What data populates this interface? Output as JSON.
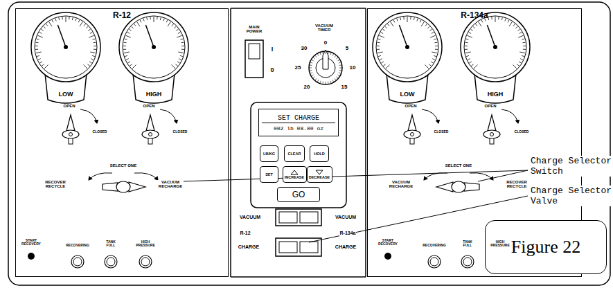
{
  "diagram": {
    "nodes": [
      {
        "text": [
          "R-12"
        ]
      },
      {
        "text": [
          "R-134a"
        ]
      },
      {
        "text": [
          "SET CHARGE",
          "002 lb 08.00 oz"
        ]
      },
      {
        "text": [
          "LB/KG"
        ]
      },
      {
        "text": [
          "CLEAR"
        ]
      },
      {
        "text": [
          "HOLD"
        ]
      },
      {
        "text": [
          "SET"
        ]
      },
      {
        "text": [
          "INCREASE"
        ]
      },
      {
        "text": [
          "DECREASE"
        ]
      },
      {
        "text": [
          "GO"
        ]
      },
      {
        "text": [
          "Figure 22"
        ]
      }
    ],
    "labels": [
      "LOW",
      "HIGH",
      "OPEN",
      "CLOSED",
      "OPEN",
      "CLOSED",
      "SELECT ONE",
      "RECOVER RECYCLE",
      "VACUUM RECHARGE",
      "START RECOVERY",
      "RECOVERING",
      "TANK FULL",
      "HIGH PRESSURE",
      "MAIN POWER",
      "I",
      "0",
      "VACUUM TIMER",
      "0",
      "5",
      "10",
      "15",
      "20",
      "25",
      "30",
      "VACUUM",
      "VACUUM",
      "R-12",
      "R-134a",
      "CHARGE",
      "CHARGE",
      "LOW",
      "HIGH",
      "OPEN",
      "CLOSED",
      "OPEN",
      "CLOSED",
      "SELECT ONE",
      "VACUUM RECHARGE",
      "RECOVER RECYCLE",
      "START RECOVERY",
      "RECOVERING",
      "TANK FULL",
      "HIGH PRESSURE",
      "Charge Selector Switch",
      "Charge Selector Valve"
    ]
  }
}
